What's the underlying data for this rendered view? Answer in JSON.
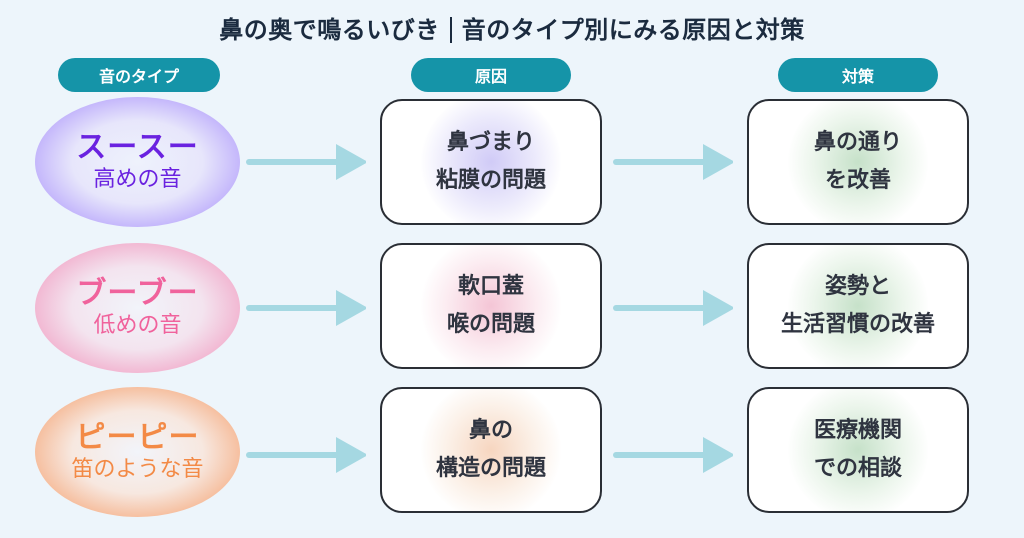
{
  "header": {
    "title_left": "鼻の奥で鳴るいびき",
    "title_right": "音のタイプ別にみる原因と対策"
  },
  "columns": {
    "type": "音のタイプ",
    "cause": "原因",
    "measure": "対策"
  },
  "rows": [
    {
      "sound": "スースー",
      "description": "高めの音",
      "color": "#6a22e0",
      "cause": [
        "鼻づまり",
        "粘膜の問題"
      ],
      "measure": [
        "鼻の通り",
        "を改善"
      ]
    },
    {
      "sound": "ブーブー",
      "description": "低めの音",
      "color": "#f0629c",
      "cause": [
        "軟口蓋",
        "喉の問題"
      ],
      "measure": [
        "姿勢と",
        "生活習慣の改善"
      ]
    },
    {
      "sound": "ピーピー",
      "description": "笛のような音",
      "color": "#f38a46",
      "cause": [
        "鼻の",
        "構造の問題"
      ],
      "measure": [
        "医療機関",
        "での相談"
      ]
    }
  ],
  "colors": {
    "background": "#edf5fb",
    "header_pill": "#1594a8",
    "arrow": "#a5d8e2",
    "box_border": "#2a2e35",
    "text_dark": "#2f3440"
  }
}
